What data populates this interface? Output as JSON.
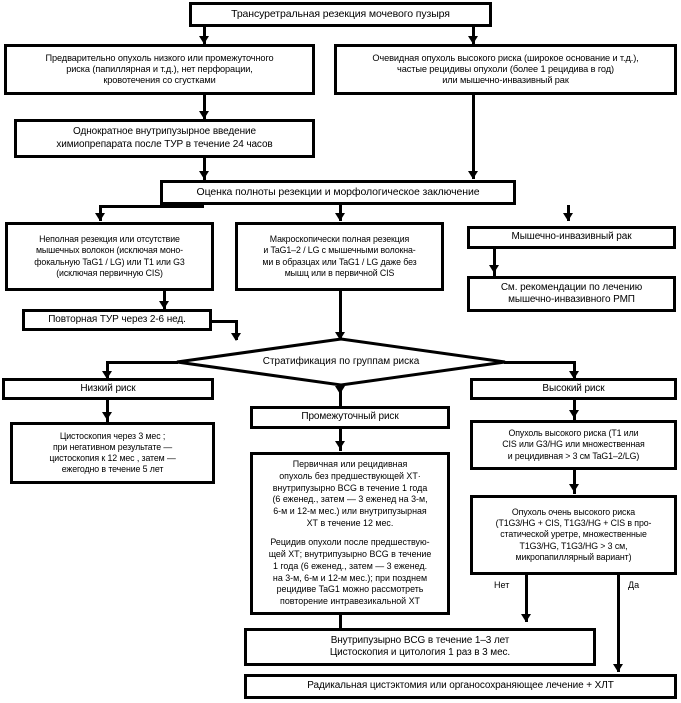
{
  "diagram": {
    "title": "Трансуретральная резекция мочевого пузыря",
    "language": "ru",
    "type": "clinical-flowchart",
    "nodes": {
      "turbt": "Трансуретральная резекция мочевого пузыря",
      "low_interm_suspected": "Предварительно опухоль низкого или промежуточного\nриска (папиллярная и т.д.), нет перфорации,\nкровотечения со сгустками",
      "high_risk_obvious": "Очевидная опухоль высокого риска (широкое основание и т.д.),\nчастые рецидивы опухоли (более 1 рецидива в год)\nили мышечно-инвазивный рак",
      "single_instillation": "Однократное внутрипузырное введение\nхимиопрепарата после ТУР в течение 24 часов",
      "resection_assessment": "Оценка полноты резекции и морфологическое заключение",
      "incomplete_resection": "Неполная резекция или отсутствие\nмышечных волокон (исключая моно-\nфокальную TaG1 / LG) или T1 или  G3\n(исключая первичную CIS)",
      "complete_resection": "Макроскопически полная резекция\nи TaG1–2 / LG с мышечными волокна-\nми в образцах или TaG1 / LG даже без\nмышц или в первичной CIS",
      "muscle_invasive": "Мышечно-инвазивный рак",
      "see_recommendations": "См. рекомендации по лечению\nмышечно-инвазивного РМП",
      "repeat_turbt": "Повторная ТУР через 2-6 нед.",
      "risk_stratification": "Стратификация по группам риска",
      "low_risk": "Низкий риск",
      "intermediate_risk": "Промежуточный риск",
      "high_risk": "Высокий риск",
      "low_risk_followup": "Цистоскопия через 3 мес ;\nпри негативном результате —\nцистоскопия к 12 мес , затем —\nежегодно в течение 5 лет",
      "intermediate_treatment_p1": "Первичная или рецидивная\nопухоль без предшествующей ХТ·\nвнутрипузырно BCG в течение 1 года\n(6 еженед., затем — 3 еженед  на 3-м,\n6-м и 12-м мес.) или внутрипузырная\nХТ в течение 12 мес.",
      "intermediate_treatment_p2": "Рецидив опухоли после предшествую-\nщей ХТ; внутрипузырно BCG в течение\n1 года (6 еженед., затем — 3 еженед.\nна 3-м, 6-м и 12-м мес.); при позднем\nрецидиве TaG1 можно рассмотреть\nповторение интравезикальной ХТ",
      "high_risk_tumor": "Опухоль высокого риска (T1 или\nCIS или G3/HG или множественная\nи рецидивная > 3 см TaG1–2/LG)",
      "very_high_risk_tumor": "Опухоль очень высокого риска\n(T1G3/HG + CIS, T1G3/HG + CIS в про-\nстатической уретре, множественные\nT1G3/HG, T1G3/HG > 3 см,\nмикропапиллярный вариант)",
      "bcg_maintenance": "Внутрипузырно BCG в течение 1–3 лет\nЦистоскопия и цитология 1 раз в 3 мес.",
      "radical_cystectomy": "Радикальная цистэктомия или органосохраняющее лечение + ХЛТ"
    },
    "edge_labels": {
      "no": "Нет",
      "yes": "Да"
    },
    "colors": {
      "line": "#000000",
      "background": "#ffffff",
      "text": "#000000"
    }
  }
}
